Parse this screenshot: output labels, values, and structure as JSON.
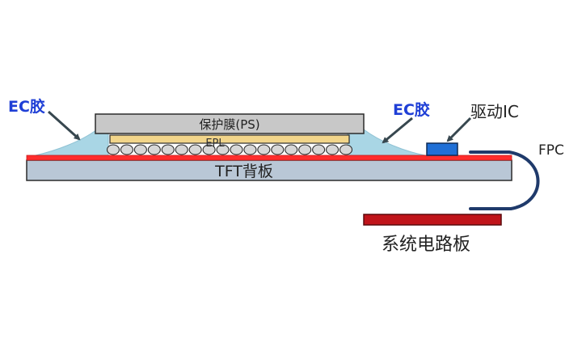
{
  "labels": {
    "ec_left": "EC胶",
    "ec_right": "EC胶",
    "ps": "保护膜(PS)",
    "epl": "EPL",
    "tft": "TFT背板",
    "driver_ic": "驱动IC",
    "fpc": "FPC",
    "system_board": "系统电路板"
  },
  "colors": {
    "ec_glue": "#a9d6e5",
    "ps_film": "#c8c8c8",
    "epl_layer": "#f2d58a",
    "tft_backplane": "#b9c7d6",
    "red_line": "#ff2d2d",
    "driver_ic": "#1f6fd6",
    "fpc": "#1f3a6b",
    "system_board": "#c0141a",
    "arrow": "#37474f",
    "ec_label": "#1f3fd6"
  },
  "microcup_count": 18
}
